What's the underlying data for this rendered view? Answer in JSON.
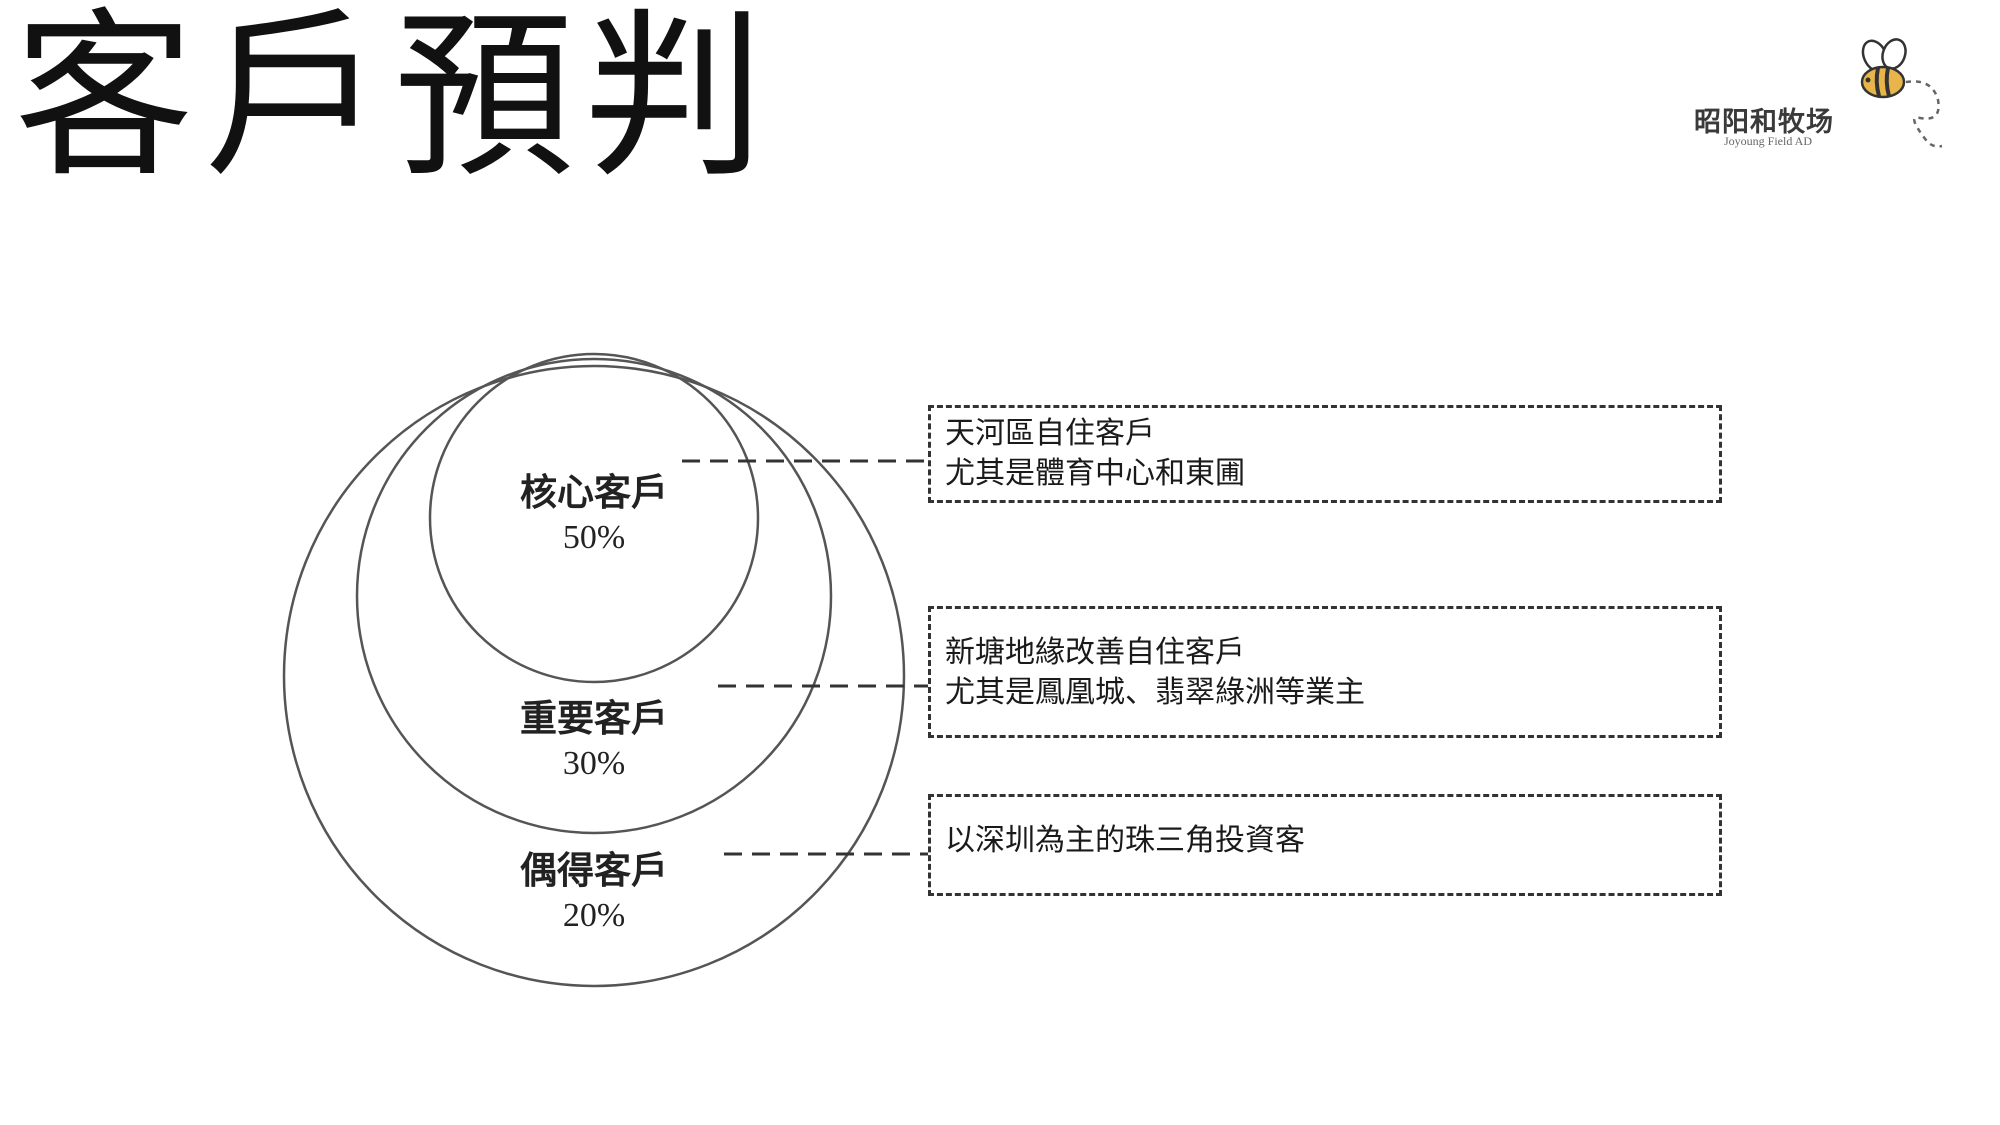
{
  "page": {
    "title": "客戶預判"
  },
  "logo": {
    "name": "昭阳和牧场",
    "subtitle": "Joyoung Field AD"
  },
  "segments": [
    {
      "name": "核心客戶",
      "share": "50%",
      "description": [
        "天河區自住客戶",
        "尤其是體育中心和東圃"
      ]
    },
    {
      "name": "重要客戶",
      "share": "30%",
      "description": [
        "新塘地緣改善自住客戶",
        "尤其是鳳凰城、翡翠綠洲等業主"
      ]
    },
    {
      "name": "偶得客戶",
      "share": "20%",
      "description": [
        "以深圳為主的珠三角投資客"
      ]
    }
  ],
  "colors": {
    "line": "#555555",
    "dash": "#333333",
    "text": "#111111",
    "bee_yellow": "#e8b54a"
  }
}
